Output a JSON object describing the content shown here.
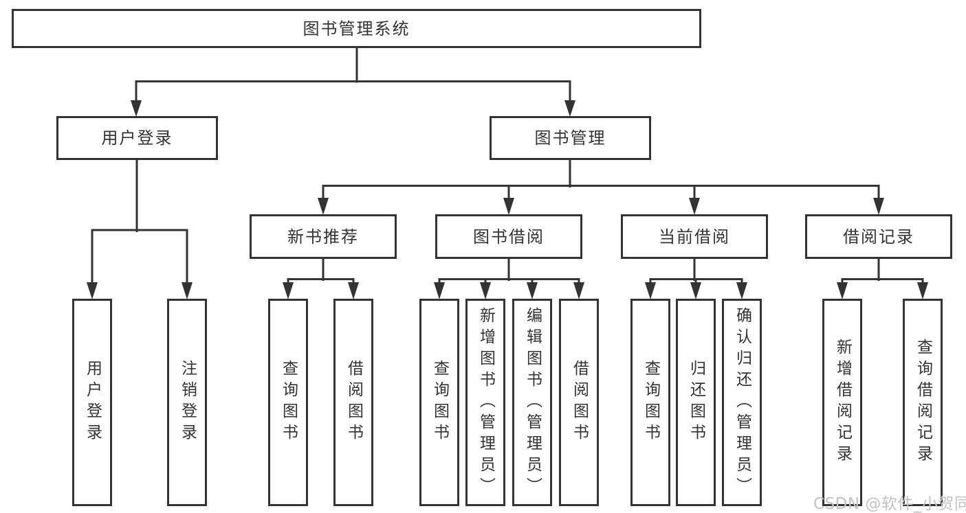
{
  "diagram": {
    "type": "hierarchy-tree",
    "root": {
      "label": "图书管理系统"
    },
    "level1": [
      {
        "label": "用户登录",
        "leaves": [
          {
            "label": "用户登录"
          },
          {
            "label": "注销登录"
          }
        ]
      },
      {
        "label": "图书管理",
        "children": [
          {
            "label": "新书推荐",
            "leaves": [
              {
                "label": "查询图书"
              },
              {
                "label": "借阅图书"
              }
            ]
          },
          {
            "label": "图书借阅",
            "leaves": [
              {
                "label": "查询图书"
              },
              {
                "label": "新增图书（管理员）"
              },
              {
                "label": "编辑图书（管理员）"
              },
              {
                "label": "借阅图书"
              }
            ]
          },
          {
            "label": "当前借阅",
            "leaves": [
              {
                "label": "查询图书"
              },
              {
                "label": "归还图书"
              },
              {
                "label": "确认归还（管理员）"
              }
            ]
          },
          {
            "label": "借阅记录",
            "leaves": [
              {
                "label": "新增借阅记录"
              },
              {
                "label": "查询借阅记录"
              }
            ]
          }
        ]
      }
    ]
  },
  "watermark": {
    "text": "CSDN @软件_小贺同学"
  },
  "colors": {
    "line": "#333333",
    "box_border": "#333333",
    "text": "#333333",
    "background": "#ffffff",
    "watermark": "#c2c3c5"
  }
}
